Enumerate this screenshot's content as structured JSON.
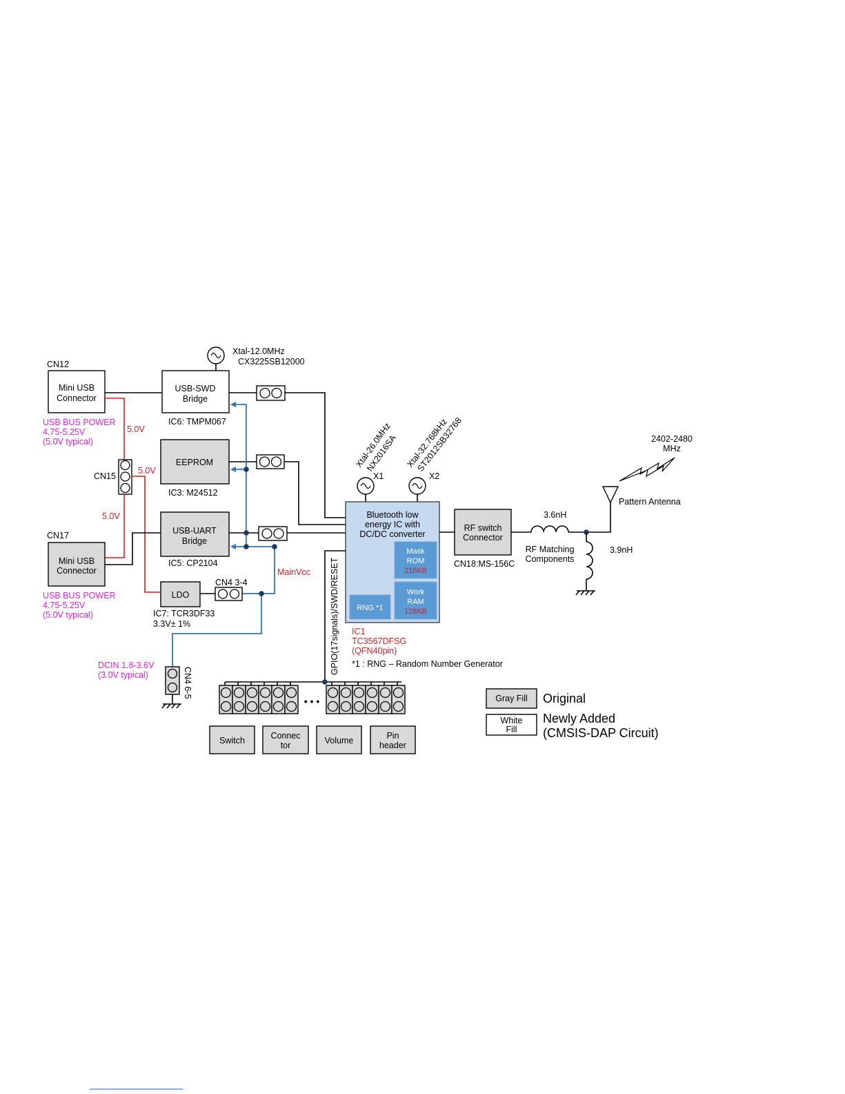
{
  "colors": {
    "power_red": "#e3191f",
    "vcc_blue": "#2e75b6",
    "supply_magenta": "#e020e0",
    "gray_fill": "#d9d9d9",
    "ic_fill": "#c5d9f1",
    "memory_fill": "#5b9bd5",
    "wire_black": "#000000"
  },
  "cn12": {
    "ref": "CN12",
    "line1": "Mini USB",
    "line2": "Connector",
    "power1": "USB BUS POWER",
    "power2": "4.75-5.25V",
    "power3": "(5.0V typical)"
  },
  "cn17": {
    "ref": "CN17",
    "line1": "Mini USB",
    "line2": "Connector",
    "power1": "USB BUS POWER",
    "power2": "4.75-5.25V",
    "power3": "(5.0V typical)"
  },
  "cn15": {
    "ref": "CN15"
  },
  "usb_swd": {
    "line1": "USB-SWD",
    "line2": "Bridge",
    "part": "IC6: TMPM067"
  },
  "xtal_12m": {
    "line1": "Xtal-12.0MHz",
    "line2": "CX3225SB12000"
  },
  "eeprom": {
    "label": "EEPROM",
    "part": "IC3: M24512"
  },
  "usb_uart": {
    "line1": "USB-UART",
    "line2": "Bridge",
    "part": "IC5: CP2104"
  },
  "ldo": {
    "label": "LDO",
    "part1": "IC7: TCR3DF33",
    "part2": "3.3V± 1%"
  },
  "cn4_34": {
    "ref": "CN4 3-4"
  },
  "dcin": {
    "line1": "DCIN 1.8-3.6V",
    "line2": "(3.0V  typical)",
    "ref": "CN4 6-5"
  },
  "nets": {
    "v5_top": "5.0V",
    "v5_mid": "5.0V",
    "v5_bottom": "5.0V",
    "mainvcc": "MainVcc",
    "gpio": "GPIO(17signals)/SWD/RESET"
  },
  "ic1": {
    "line1": "Bluetooth low",
    "line2": "energy IC with",
    "line3": "DC/DC converter",
    "rom1": "Mask",
    "rom2": "ROM",
    "rom_size": "216KB",
    "ram1": "Work",
    "ram2": "RAM",
    "ram_size": "128KB",
    "rng": "RNG *1",
    "ref": "IC1",
    "part": "TC3567DFSG",
    "package": "(QFN40pin)",
    "footnote": "*1 : RNG – Random Number Generator"
  },
  "x1": {
    "ref": "X1",
    "line1": "Xtal-26.0MHz",
    "line2": "NX2016SA"
  },
  "x2": {
    "ref": "X2",
    "line1": "Xtal-32.768kHz",
    "line2": "ST2012SB32768"
  },
  "rf_switch": {
    "line1": "RF switch",
    "line2": "Connector",
    "part": "CN18:MS-156C"
  },
  "rf_matching": {
    "l_series": "3.6nH",
    "l_shunt": "3.9nH",
    "line1": "RF Matching",
    "line2": "Components"
  },
  "antenna": {
    "label": "Pattern Antenna",
    "band1": "2402-2480",
    "band2": "MHz"
  },
  "peripherals": {
    "switch": "Switch",
    "connector1": "Connec",
    "connector2": "tor",
    "volume": "Volume",
    "pin1": "Pin",
    "pin2": "header",
    "ellipsis": "• • •"
  },
  "legend": {
    "gray_label": "Gray Fill",
    "gray_meaning": "Original",
    "white_label1": "White",
    "white_label2": "Fill",
    "white_meaning1": "Newly Added",
    "white_meaning2": "(CMSIS-DAP Circuit)"
  }
}
